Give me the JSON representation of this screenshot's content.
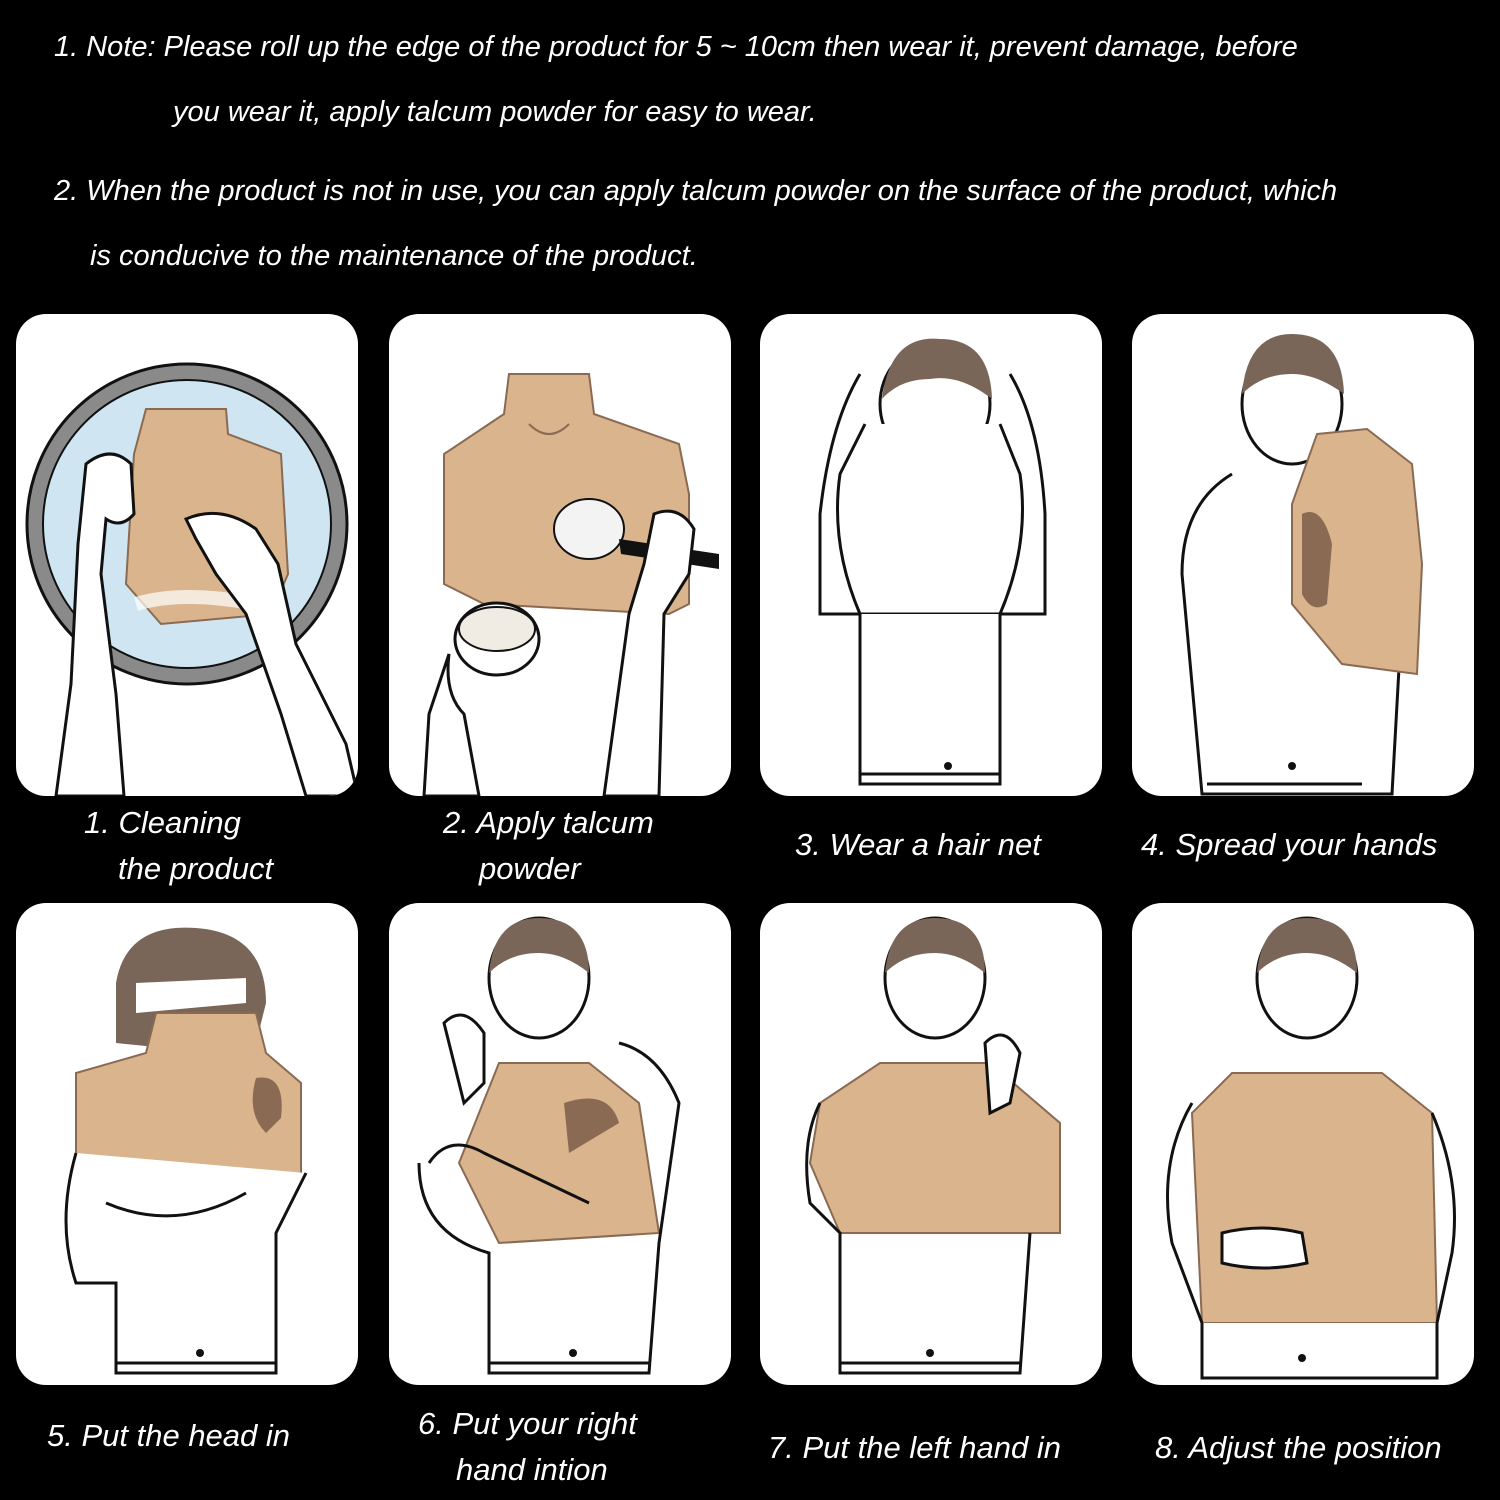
{
  "notes": {
    "note1": {
      "line1": "1. Note: Please roll up the edge of the product for 5 ~ 10cm then wear it, prevent damage, before",
      "line2": "you wear it, apply talcum powder for easy to wear."
    },
    "note2": {
      "line1": "2. When the product is not in use, you can apply talcum powder on the surface of the product, which",
      "line2": "is conducive to the maintenance of the product."
    }
  },
  "steps": [
    {
      "line1": "1. Cleaning",
      "line2": "the product",
      "illustration": "washing-bowl-illustration"
    },
    {
      "line1": "2. Apply talcum",
      "line2": "powder",
      "illustration": "talcum-powder-brush-illustration"
    },
    {
      "line1": "3. Wear a hair net",
      "illustration": "hair-net-illustration"
    },
    {
      "line1": "4. Spread your hands",
      "illustration": "spread-hands-illustration"
    },
    {
      "line1": "5. Put the head in",
      "illustration": "head-in-illustration"
    },
    {
      "line1": "6. Put your right",
      "line2": "hand intion",
      "illustration": "right-hand-in-illustration"
    },
    {
      "line1": "7. Put the left hand in",
      "illustration": "left-hand-in-illustration"
    },
    {
      "line1": "8. Adjust the position",
      "illustration": "adjust-position-illustration"
    }
  ],
  "colors": {
    "background": "#000000",
    "panel": "#ffffff",
    "product_skin": "#d9b48c",
    "product_shadow": "#8a6a52",
    "hair": "#7a6658",
    "water": "#cfe6f2",
    "bowl_rim": "#6e6e6e",
    "line": "#111111"
  }
}
